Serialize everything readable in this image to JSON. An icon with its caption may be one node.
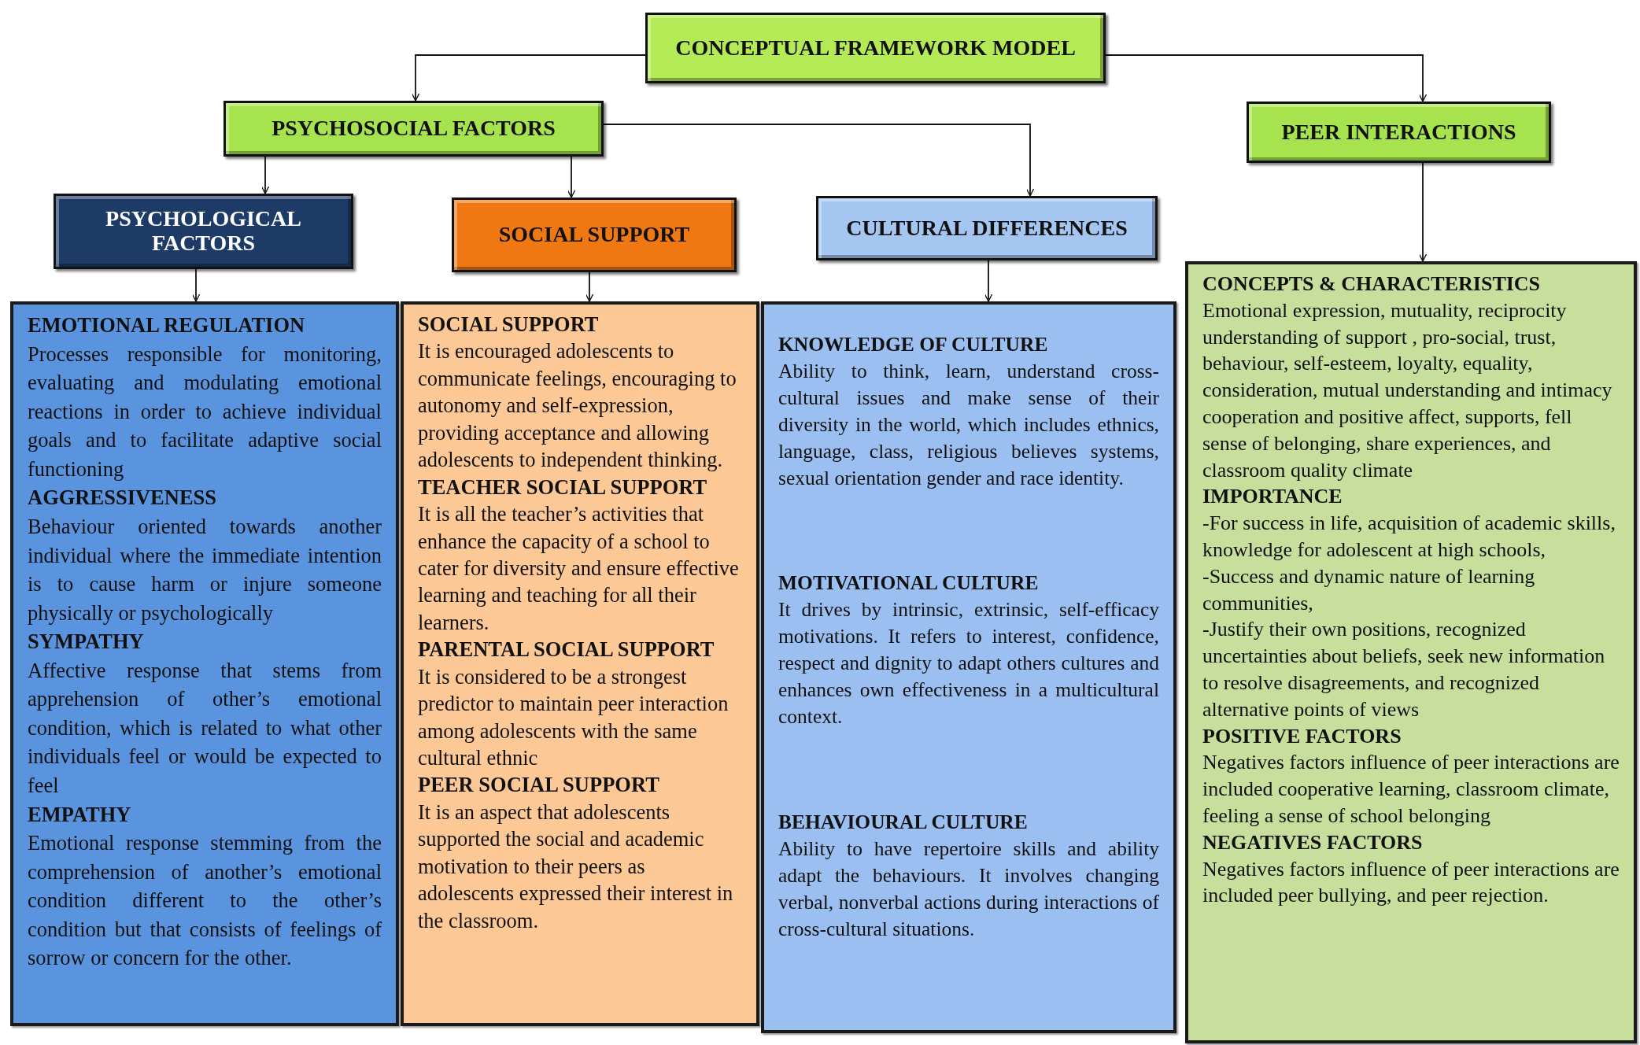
{
  "diagram": {
    "nodes": [
      {
        "text": [
          "CONCEPTUAL FRAMEWORK MODEL"
        ]
      },
      {
        "text": [
          "PSYCHOSOCIAL FACTORS"
        ]
      },
      {
        "text": [
          "PEER INTERACTIONS"
        ]
      },
      {
        "text": [
          "PSYCHOLOGICAL FACTORS"
        ]
      },
      {
        "text": [
          "SOCIAL SUPPORT"
        ]
      },
      {
        "text": [
          "CULTURAL DIFFERENCES"
        ]
      },
      {
        "text": [
          "EMOTIONAL REGULATION",
          "Processes responsible for monitoring, evaluating and modulating emotional reactions in order to achieve individual goals and to facilitate adaptive social functioning",
          "AGGRESSIVENESS",
          "Behaviour oriented towards another individual where the immediate intention is to cause harm or injure someone physically or psychologically",
          "SYMPATHY",
          "Affective response that stems from apprehension of other’s emotional condition, which is related to what other individuals feel or would be expected to feel",
          "EMPATHY",
          "Emotional response stemming from the comprehension of another’s emotional condition different to the other’s condition but that consists of feelings of sorrow or concern for the other."
        ]
      },
      {
        "text": [
          "SOCIAL SUPPORT",
          "It is encouraged adolescents to communicate feelings, encouraging to autonomy and self-expression, providing acceptance and allowing adolescents to independent thinking.",
          "TEACHER SOCIAL SUPPORT",
          "It is all the teacher’s activities that enhance the capacity of a school to cater for diversity and ensure effective learning and teaching for all their learners.",
          "PARENTAL SOCIAL SUPPORT",
          "It is considered to be a strongest predictor to maintain peer interaction among adolescents with the same cultural ethnic",
          "PEER SOCIAL SUPPORT",
          "It is an aspect that adolescents supported the social and academic motivation to their peers as adolescents expressed their interest in the classroom."
        ]
      },
      {
        "text": [
          "KNOWLEDGE OF CULTURE",
          "Ability to think, learn, understand cross-cultural issues and make sense of their diversity in the world, which includes ethnics, language, class, religious believes systems, sexual orientation gender and race identity.",
          "MOTIVATIONAL CULTURE",
          "It drives by intrinsic, extrinsic, self-efficacy motivations. It refers to interest, confidence, respect and dignity to adapt others cultures and enhances own effectiveness in a multicultural context.",
          "BEHAVIOURAL CULTURE",
          "Ability to have repertoire skills and ability adapt the behaviours. It involves changing verbal, nonverbal actions during interactions of cross-cultural situations."
        ]
      },
      {
        "text": [
          "CONCEPTS & CHARACTERISTICS",
          "Emotional expression, mutuality, reciprocity understanding of support , pro-social, trust, behaviour, self-esteem, loyalty, equality, consideration, mutual understanding and intimacy cooperation and positive affect, supports, fell sense of belonging, share experiences, and classroom quality climate",
          "IMPORTANCE",
          "-For success in life, acquisition of academic skills, knowledge for adolescent at high schools,",
          "-Success and dynamic nature of learning communities,",
          "-Justify their own positions, recognized uncertainties about beliefs, seek new information to resolve disagreements, and recognized alternative points of views",
          "POSITIVE FACTORS",
          "Negatives factors influence of peer interactions are included cooperative learning, classroom climate, feeling a sense of school belonging",
          "NEGATIVES FACTORS",
          "Negatives factors influence of peer interactions are included peer bullying, and peer rejection."
        ]
      }
    ],
    "edges": [
      {
        "from": 0,
        "to": 1,
        "arrow": "to"
      },
      {
        "from": 0,
        "to": 2,
        "arrow": "to"
      },
      {
        "from": 1,
        "to": 3,
        "arrow": "to"
      },
      {
        "from": 1,
        "to": 4,
        "arrow": "to"
      },
      {
        "from": 1,
        "to": 5,
        "arrow": "to"
      },
      {
        "from": 3,
        "to": 6,
        "arrow": "to"
      },
      {
        "from": 4,
        "to": 7,
        "arrow": "to"
      },
      {
        "from": 5,
        "to": 8,
        "arrow": "to"
      },
      {
        "from": 2,
        "to": 9,
        "arrow": "to"
      }
    ]
  }
}
